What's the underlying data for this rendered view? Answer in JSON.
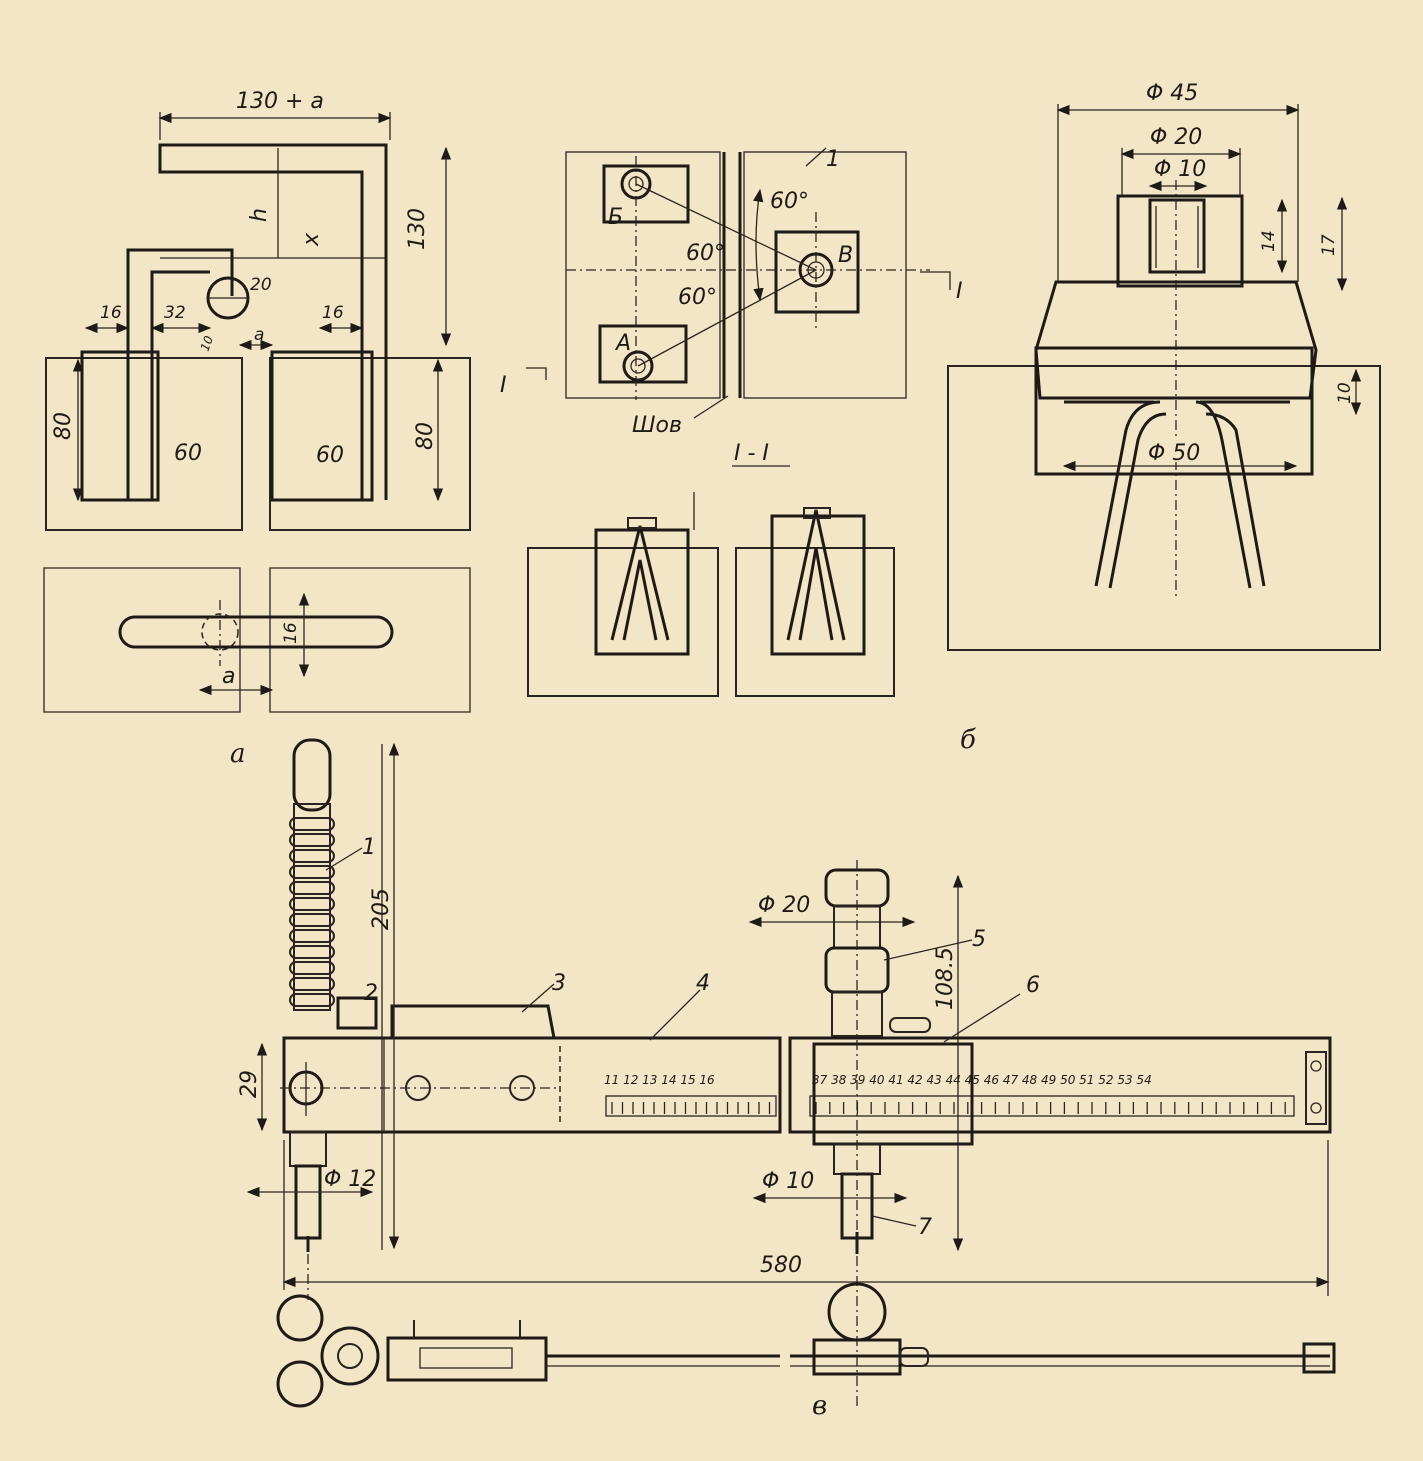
{
  "fig_a": {
    "dim_top": "130 + a",
    "dim_h": "h",
    "dim_x": "x",
    "dim_130": "130",
    "dim_20": "20",
    "dim_16_left": "16",
    "dim_32": "32",
    "dim_16_right": "16",
    "dim_a_top": "a",
    "dim_10": "10",
    "dim_80_left": "80",
    "dim_60_left": "60",
    "dim_60_right": "60",
    "dim_80_right": "80",
    "dim_16_plan": "16",
    "dim_a_plan": "a",
    "caption": "а"
  },
  "fig_b": {
    "label_B_upper": "Б",
    "label_B_right": "В",
    "label_A_lower": "А",
    "angle_60_top": "60°",
    "angle_60_mid": "60°",
    "angle_60_low": "60°",
    "section_mark_right": "I",
    "section_mark_left": "I",
    "weld": "Шов",
    "mark_1": "1",
    "section_title": "I - I",
    "caption": "б"
  },
  "fig_b_right": {
    "dim_45": "Φ 45",
    "dim_20": "Φ 20",
    "dim_10": "Φ 10",
    "dim_14": "14",
    "dim_17": "17",
    "dim_10_side": "10",
    "dim_50": "Φ 50"
  },
  "fig_v": {
    "dim_205": "205",
    "dim_29": "29",
    "dim_12": "Φ 12",
    "dim_20": "Φ 20",
    "dim_108": "108.5",
    "dim_10": "Φ 10",
    "dim_580": "580",
    "part_1": "1",
    "part_2": "2",
    "part_3": "3",
    "part_4": "4",
    "part_5": "5",
    "part_6": "6",
    "part_7": "7",
    "scale_left": "11  12  13  14  15  16",
    "scale_right": "37  38  39  40  41  42  43  44  45  46  47  48  49  50  51  52  53  54",
    "caption": "в"
  }
}
